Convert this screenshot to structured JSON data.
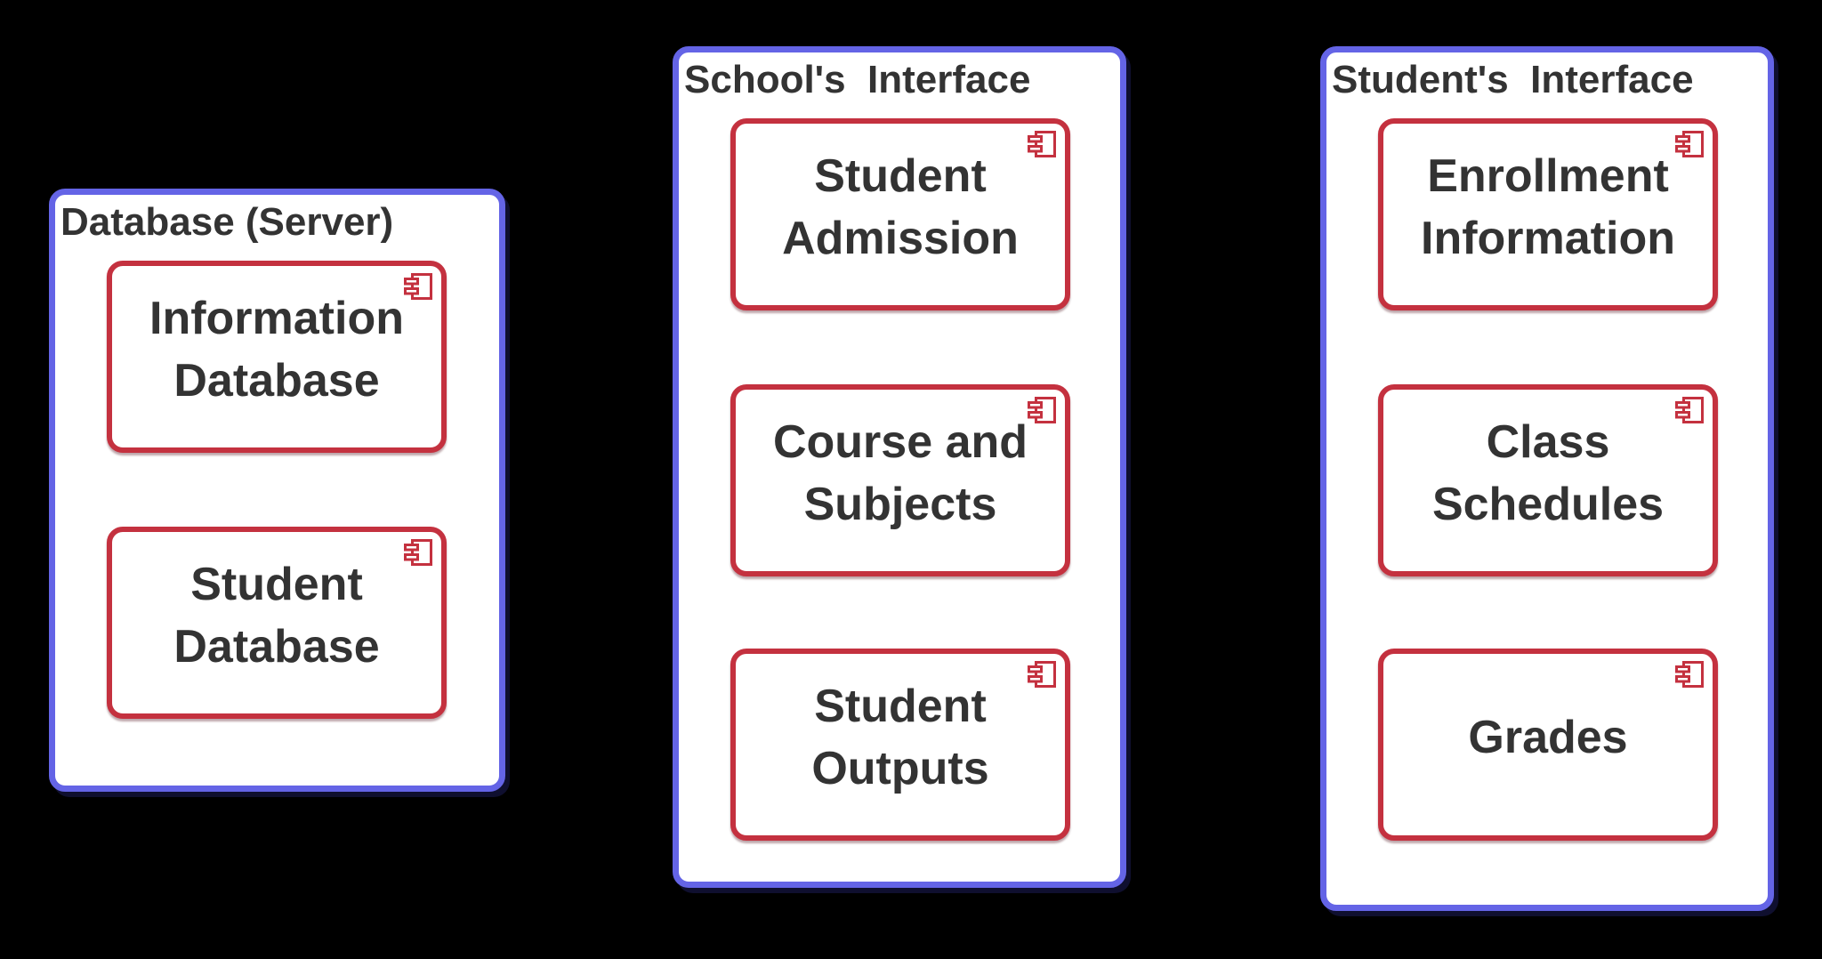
{
  "diagram": {
    "type": "uml-component-diagram",
    "background_color": "#000000",
    "container_border_color": "#6464e6",
    "container_fill_color": "#ffffff",
    "component_border_color": "#c4313f",
    "component_fill_color": "#ffffff",
    "text_color": "#333333",
    "icons": {
      "component_icon": "uml-component-icon"
    },
    "containers": [
      {
        "title": "Database (Server)",
        "components": [
          {
            "label": "Information Database"
          },
          {
            "label": "Student Database"
          }
        ]
      },
      {
        "title": "School's  Interface",
        "components": [
          {
            "label": "Student Admission"
          },
          {
            "label": "Course and Subjects"
          },
          {
            "label": "Student Outputs"
          }
        ]
      },
      {
        "title": "Student's  Interface",
        "components": [
          {
            "label": "Enrollment Information"
          },
          {
            "label": "Class Schedules"
          },
          {
            "label": "Grades"
          }
        ]
      }
    ]
  }
}
